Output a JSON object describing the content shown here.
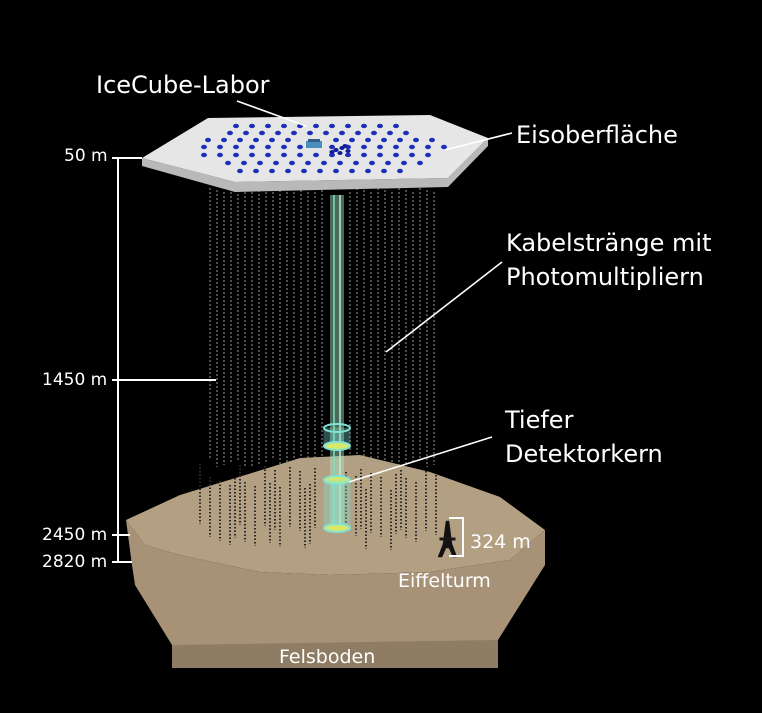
{
  "labels": {
    "lab": "IceCube-Labor",
    "surface": "Eisoberfläche",
    "strings_line1": "Kabelstränge mit",
    "strings_line2": "Photomultipliern",
    "core_line1": "Tiefer",
    "core_line2": "Detektorkern",
    "eiffel_height": "324 m",
    "eiffel": "Eiffelturm",
    "bedrock": "Felsboden"
  },
  "depths": {
    "d1": "50 m",
    "d2": "1450 m",
    "d3": "2450 m",
    "d4": "2820 m"
  },
  "icons": {
    "tower": "eiffel-tower-icon"
  },
  "colors": {
    "background": "#000000",
    "ice_top": "#e6e6e6",
    "ice_side": "#b9b9b9",
    "hole_dot": "#1c2fb8",
    "rock_top": "#b39f82",
    "rock_side": "#8e7c64",
    "core_cylinder": "#7fe3d6",
    "text": "#ffffff"
  }
}
